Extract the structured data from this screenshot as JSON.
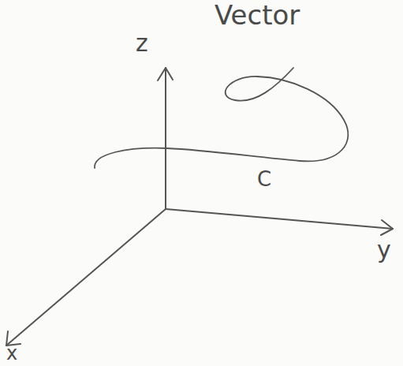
{
  "diagram": {
    "labels": [
      "Vector",
      "z",
      "y",
      "x",
      "C"
    ]
  }
}
